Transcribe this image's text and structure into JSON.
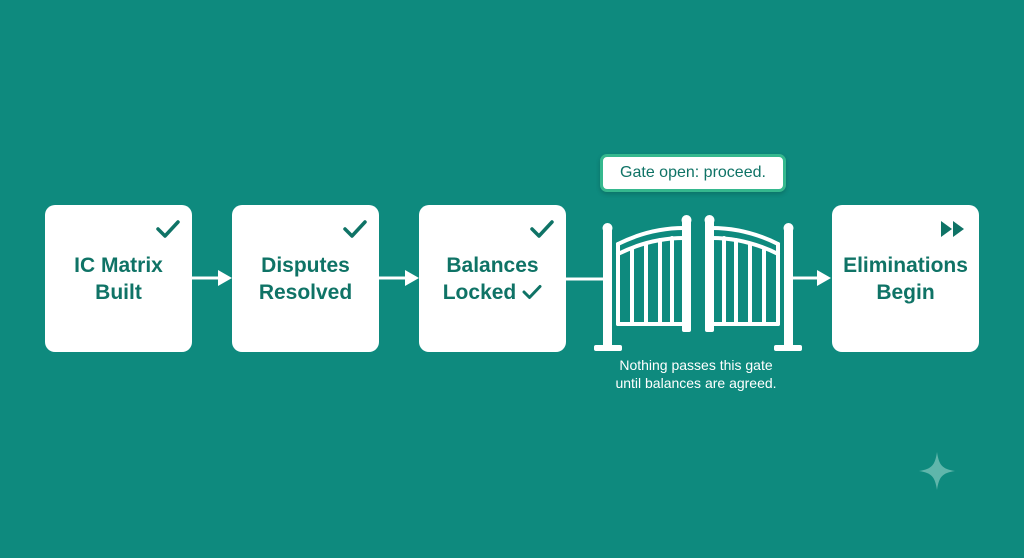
{
  "colors": {
    "background": "#0e8a7e",
    "card": "#ffffff",
    "text": "#0f7366",
    "callout_border": "#35b88e",
    "line": "#ffffff"
  },
  "steps": [
    {
      "label": "IC Matrix\nBuilt",
      "status_icon": "check-icon"
    },
    {
      "label": "Disputes\nResolved",
      "status_icon": "check-icon"
    },
    {
      "label_line1": "Balances",
      "label_line2": "Locked",
      "status_icon": "check-icon",
      "inline_icon": "check-icon"
    },
    {
      "label": "Eliminations\nBegin",
      "status_icon": "fast-forward-icon"
    }
  ],
  "gate": {
    "icon": "gate-icon",
    "callout": "Gate open: proceed.",
    "note": "Nothing passes this gate until balances are agreed."
  },
  "decoration": {
    "icon": "sparkle-icon"
  }
}
